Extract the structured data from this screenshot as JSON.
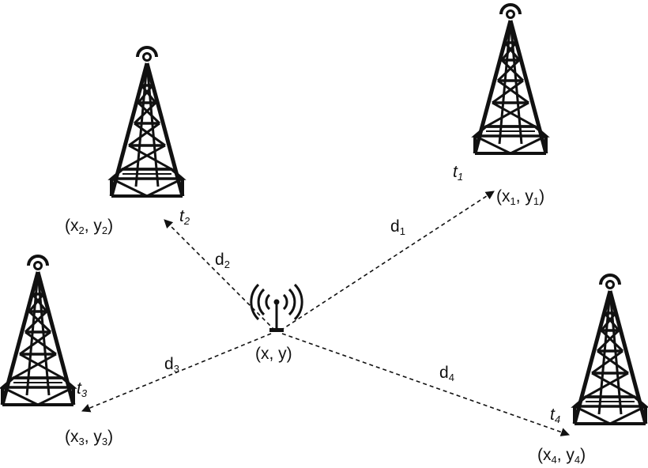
{
  "diagram": {
    "source": {
      "coord_label": "(x, y)"
    },
    "towers": [
      {
        "id": 1,
        "coord": {
          "pre": "(x",
          "s1": "1",
          "mid": ", y",
          "s2": "1",
          "post": ")"
        },
        "time": {
          "main": "t",
          "sub": "1"
        },
        "distance": {
          "main": "d",
          "sub": "1"
        }
      },
      {
        "id": 2,
        "coord": {
          "pre": "(x",
          "s1": "2",
          "mid": ", y",
          "s2": "2",
          "post": ")"
        },
        "time": {
          "main": "t",
          "sub": "2"
        },
        "distance": {
          "main": "d",
          "sub": "2"
        }
      },
      {
        "id": 3,
        "coord": {
          "pre": "(x",
          "s1": "3",
          "mid": ", y",
          "s2": "3",
          "post": ")"
        },
        "time": {
          "main": "t",
          "sub": "3"
        },
        "distance": {
          "main": "d",
          "sub": "3"
        }
      },
      {
        "id": 4,
        "coord": {
          "pre": "(x",
          "s1": "4",
          "mid": ", y",
          "s2": "4",
          "post": ")"
        },
        "time": {
          "main": "t",
          "sub": "4"
        },
        "distance": {
          "main": "d",
          "sub": "4"
        }
      }
    ],
    "colors": {
      "stroke": "#111111",
      "background": "#ffffff"
    }
  }
}
